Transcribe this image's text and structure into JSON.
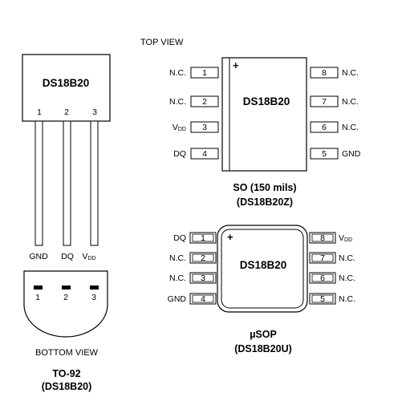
{
  "top_view": "TOP VIEW",
  "bottom_view": "BOTTOM VIEW",
  "to92": {
    "chip": "DS18B20",
    "pin_numbers": [
      "1",
      "2",
      "3"
    ],
    "pin_names": [
      "GND",
      "DQ",
      "V"
    ],
    "vdd_subscript": "DD",
    "caption_line1": "TO-92",
    "caption_line2": "(DS18B20)"
  },
  "so": {
    "chip": "DS18B20",
    "left_pins": [
      {
        "num": "1",
        "name": "N.C."
      },
      {
        "num": "2",
        "name": "N.C."
      },
      {
        "num": "3",
        "name": "V",
        "sub": "DD"
      },
      {
        "num": "4",
        "name": "DQ"
      }
    ],
    "right_pins": [
      {
        "num": "8",
        "name": "N.C."
      },
      {
        "num": "7",
        "name": "N.C."
      },
      {
        "num": "6",
        "name": "N.C."
      },
      {
        "num": "5",
        "name": "GND"
      }
    ],
    "caption_line1": "SO (150 mils)",
    "caption_line2": "(DS18B20Z)"
  },
  "usop": {
    "chip": "DS18B20",
    "left_pins": [
      {
        "num": "1",
        "name": "DQ"
      },
      {
        "num": "2",
        "name": "N.C."
      },
      {
        "num": "3",
        "name": "N.C."
      },
      {
        "num": "4",
        "name": "GND"
      }
    ],
    "right_pins": [
      {
        "num": "8",
        "name": "V",
        "sub": "DD"
      },
      {
        "num": "7",
        "name": "N.C."
      },
      {
        "num": "6",
        "name": "N.C."
      },
      {
        "num": "5",
        "name": "N.C."
      }
    ],
    "caption_line1": "µSOP",
    "caption_line2": "(DS18B20U)"
  },
  "plus": "+"
}
